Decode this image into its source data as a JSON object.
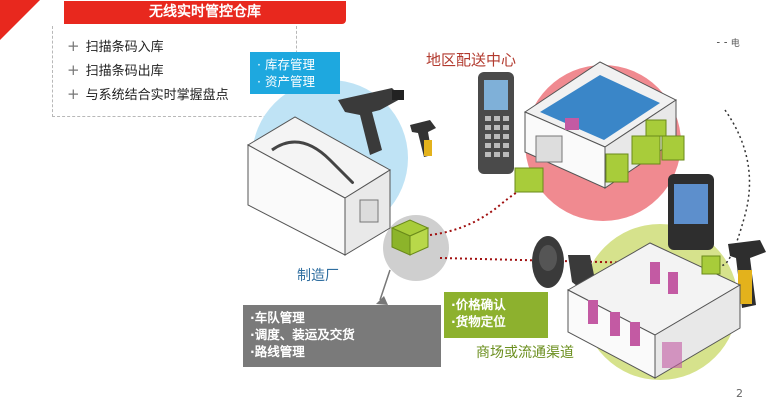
{
  "header": {
    "title": "无线实时管控仓库"
  },
  "features": [
    {
      "text": "扫描条码入库"
    },
    {
      "text": "扫描条码出库"
    },
    {
      "text": "与系统结合实时掌握盘点"
    }
  ],
  "callouts": {
    "inventory": [
      "· 库存管理",
      "· 资产管理"
    ],
    "logistics": [
      "·车队管理",
      "·调度、装运及交货",
      "·路线管理"
    ],
    "retail": [
      "·价格确认",
      "·货物定位"
    ]
  },
  "labels": {
    "distribution_center": "地区配送中心",
    "factory": "制造厂",
    "retail": "商场或流通渠道"
  },
  "top_right_text": "⁃ ⁃ 电",
  "page_number": "2",
  "colors": {
    "accent_red": "#e8281e",
    "blue_circle": "#bfe3f5",
    "red_circle": "#f08a90",
    "green_circle": "#d6e28c",
    "grey_circle": "#cfcfcf",
    "callout_blue": "#1ea8df",
    "callout_grey": "#7a7a7a",
    "callout_green": "#8db12e"
  }
}
